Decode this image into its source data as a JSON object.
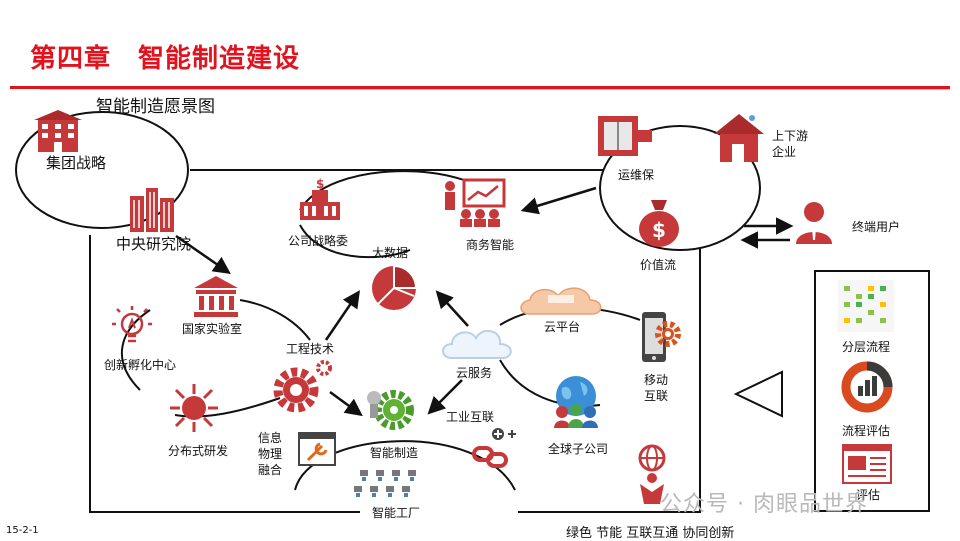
{
  "header": {
    "title": "第四章　智能制造建设",
    "subtitle": "智能制造愿景图"
  },
  "nodes": {
    "group_strategy": "集团战略",
    "central_institute": "中央研究院",
    "company_strategy": "公司战略委",
    "business_intel": "商务智能",
    "om_guarantee": "运维保",
    "value_stream": "价值流",
    "upstream_downstream": "上下游\n企业",
    "end_user": "终端用户",
    "national_lab": "国家实验室",
    "innovation_center": "创新孵化中心",
    "engineering_tech": "工程技术",
    "big_data": "大数据",
    "cloud_service": "云服务",
    "cloud_platform": "云平台",
    "mobile_internet": "移动\n互联",
    "distributed_rd": "分布式研发",
    "info_physical": "信息\n物理\n融合",
    "smart_manufacturing": "智能制造",
    "industrial_internet": "工业互联",
    "global_subsidiary": "全球子公司",
    "smart_factory": "智能工厂"
  },
  "panel": {
    "layered_process": "分层流程",
    "process_eval": "流程评估",
    "evaluation": "评估"
  },
  "footer": {
    "page": "15-2-1",
    "slogan": "绿色 节能 互联互通 协同创新",
    "watermark": "公众号 · 肉眼品世界"
  },
  "colors": {
    "accent": "#e0141e",
    "icon_red": "#c6393a",
    "icon_dark": "#a92b2c",
    "line": "#111111"
  }
}
